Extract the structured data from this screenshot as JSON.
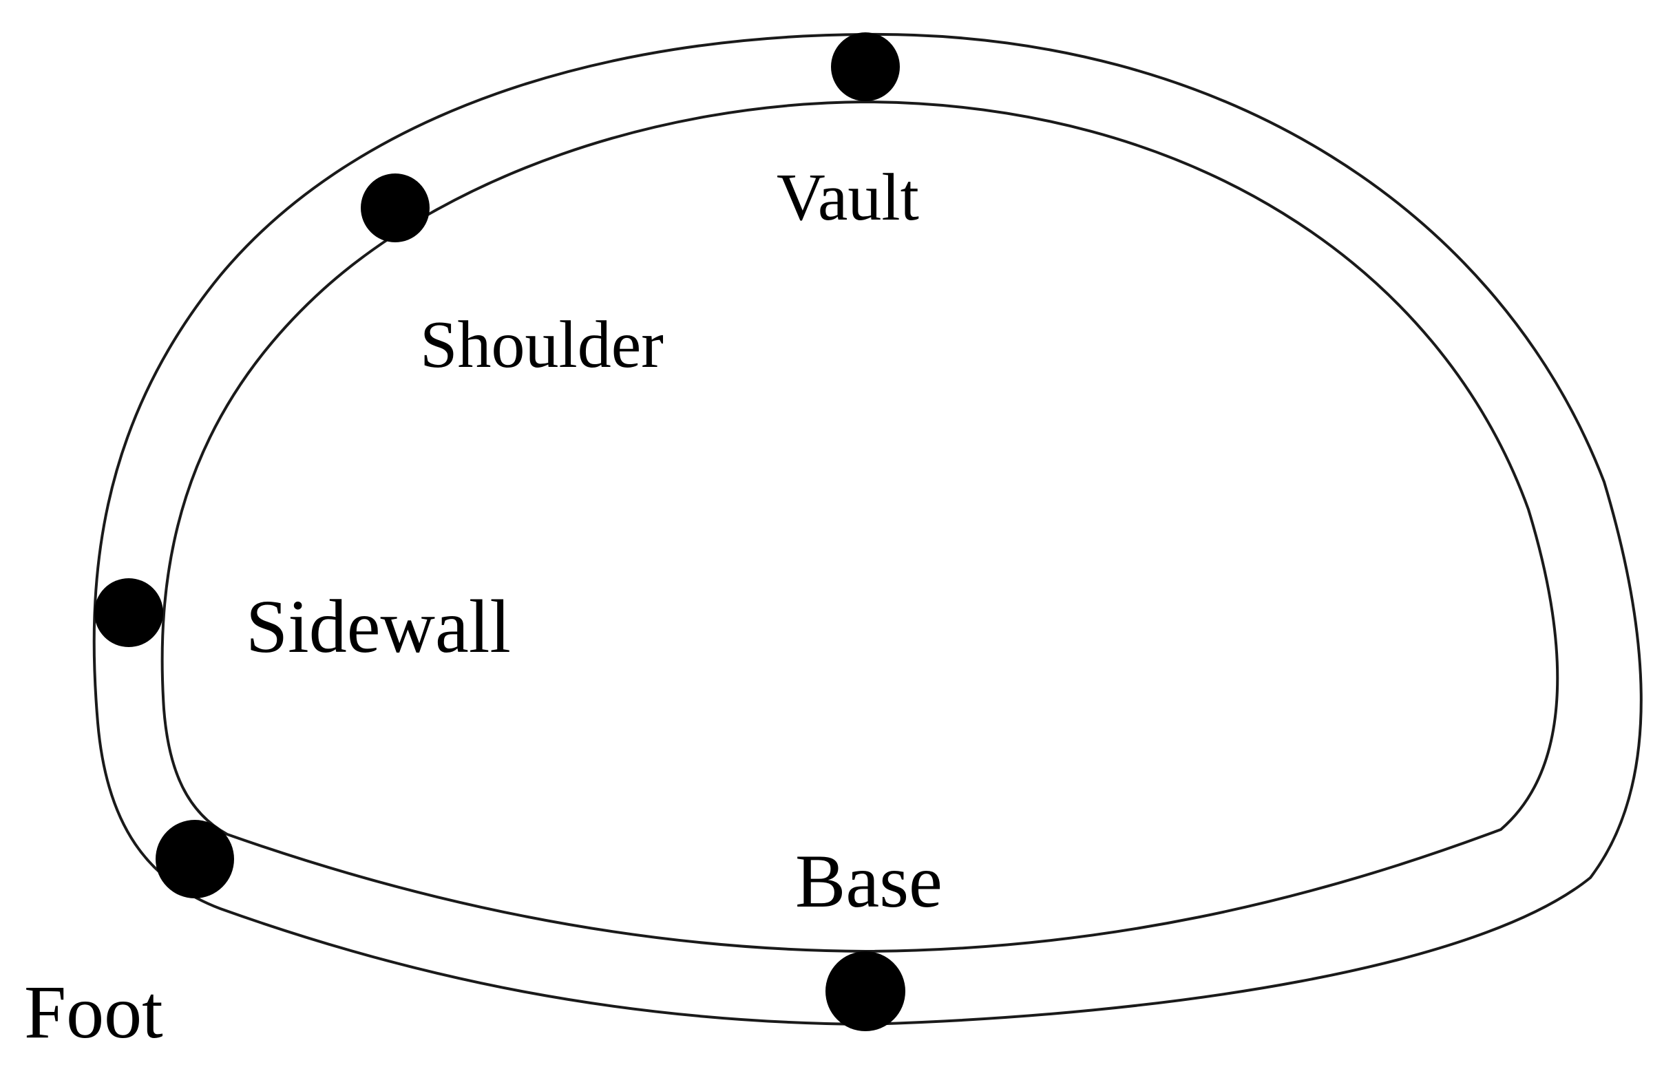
{
  "diagram": {
    "labels": {
      "vault": "Vault",
      "shoulder": "Shoulder",
      "sidewall": "Sidewall",
      "base": "Base",
      "foot": "Foot"
    },
    "colors": {
      "lining": "#1a1a1a",
      "monitoring_point": "#000000",
      "background": "#ffffff"
    }
  }
}
